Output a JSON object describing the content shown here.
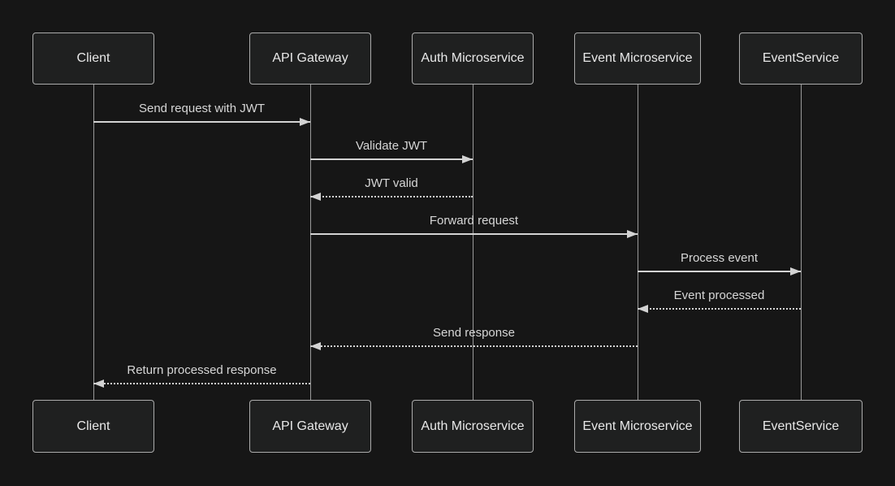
{
  "diagram": {
    "type": "sequence",
    "participants": [
      {
        "name": "Client"
      },
      {
        "name": "API Gateway"
      },
      {
        "name": "Auth Microservice"
      },
      {
        "name": "Event Microservice"
      },
      {
        "name": "EventService"
      }
    ],
    "messages": [
      {
        "from": "Client",
        "to": "API Gateway",
        "label": "Send request with JWT",
        "line": "solid",
        "direction": "right"
      },
      {
        "from": "API Gateway",
        "to": "Auth Microservice",
        "label": "Validate JWT",
        "line": "solid",
        "direction": "right"
      },
      {
        "from": "Auth Microservice",
        "to": "API Gateway",
        "label": "JWT valid",
        "line": "dotted",
        "direction": "left"
      },
      {
        "from": "API Gateway",
        "to": "Event Microservice",
        "label": "Forward request",
        "line": "solid",
        "direction": "right"
      },
      {
        "from": "Event Microservice",
        "to": "EventService",
        "label": "Process event",
        "line": "solid",
        "direction": "right"
      },
      {
        "from": "EventService",
        "to": "Event Microservice",
        "label": "Event processed",
        "line": "dotted",
        "direction": "left"
      },
      {
        "from": "Event Microservice",
        "to": "API Gateway",
        "label": "Send response",
        "line": "dotted",
        "direction": "left"
      },
      {
        "from": "API Gateway",
        "to": "Client",
        "label": "Return processed response",
        "line": "dotted",
        "direction": "left"
      }
    ],
    "colors": {
      "background": "#161616",
      "actor_fill": "#1f2020",
      "actor_border": "#ababab",
      "actor_text": "#e8e8e8",
      "line": "#d3d3d3",
      "lifeline": "#9a9a9a",
      "message_text": "#d6d6d6"
    }
  }
}
